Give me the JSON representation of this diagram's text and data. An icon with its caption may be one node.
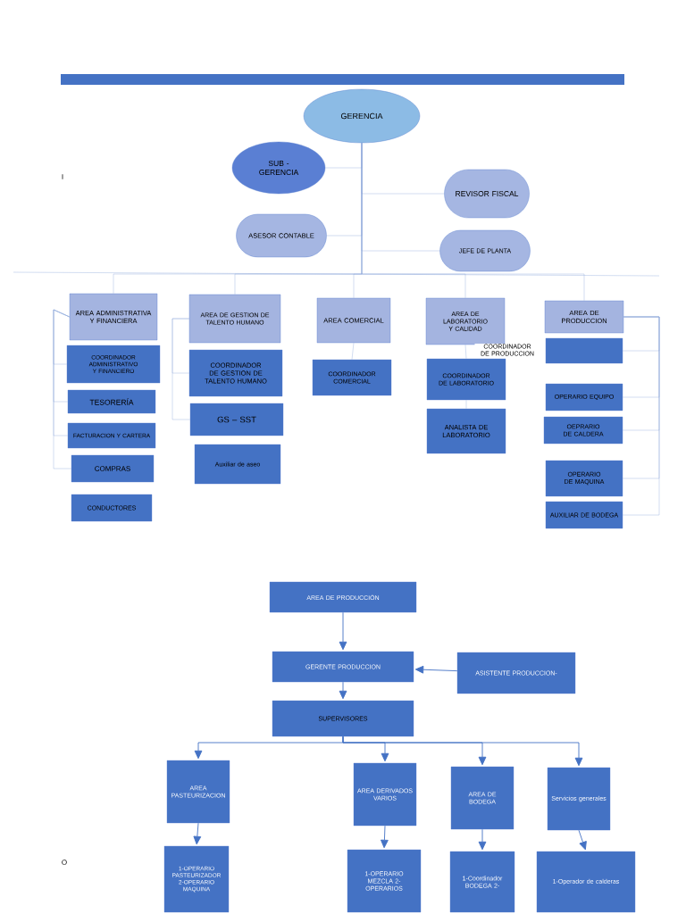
{
  "diagram": {
    "nodes": [
      {
        "text": [
          "GERENCIA"
        ]
      },
      {
        "text": [
          "SUB - GERENCIA"
        ]
      },
      {
        "text": [
          "REVISOR FISCAL"
        ]
      },
      {
        "text": [
          "ASESOR CONTABLE"
        ]
      },
      {
        "text": [
          "JEFE DE PLANTA"
        ]
      },
      {
        "text": [
          "AREA ADMINISTRATIVA Y FINANCIERA"
        ]
      },
      {
        "text": [
          "COORDINADOR ADMINISTRATIVO Y FINANCIERO"
        ]
      },
      {
        "text": [
          "TESORERÍA"
        ]
      },
      {
        "text": [
          "FACTURACION Y CARTERA"
        ]
      },
      {
        "text": [
          "COMPRAS"
        ]
      },
      {
        "text": [
          "CONDUCTORES"
        ]
      },
      {
        "text": [
          "AREA DE GESTION DE TALENTO HUMANO"
        ]
      },
      {
        "text": [
          "COORDINADOR DE GESTION DE TALENTO HUMANO"
        ]
      },
      {
        "text": [
          "GS – SST"
        ]
      },
      {
        "text": [
          "Auxiliar de aseo"
        ]
      },
      {
        "text": [
          "AREA COMERCIAL"
        ]
      },
      {
        "text": [
          "COORDINADOR COMERCIAL"
        ]
      },
      {
        "text": [
          "AREA DE LABORATORIO Y CALIDAD"
        ]
      },
      {
        "text": [
          "COORDINADOR DE LABORATORIO"
        ]
      },
      {
        "text": [
          "ANALISTA DE LABORATORIO"
        ]
      },
      {
        "text": [
          "AREA DE PRODUCCION"
        ]
      },
      {
        "text": [],
        "shape": "box"
      },
      {
        "text": [
          "OPERARIO EQUIPO"
        ]
      },
      {
        "text": [
          "OEPRARIO DE CALDERA"
        ]
      },
      {
        "text": [
          "OPERARIO DE MAQUINA"
        ]
      },
      {
        "text": [
          "AUXILIAR DE BODEGA"
        ]
      },
      {
        "text": [
          "AREA DE PRODUCCIÓN"
        ]
      },
      {
        "text": [
          "GERENTE PRODUCCION"
        ]
      },
      {
        "text": [
          "ASISTENTE PRODUCCION-"
        ]
      },
      {
        "text": [
          "SUPERVISORES"
        ]
      },
      {
        "text": [
          "AREA PASTEURIZACION"
        ]
      },
      {
        "text": [
          "AREA DERIVADOS VARIOS"
        ]
      },
      {
        "text": [
          "AREA DE BODEGA"
        ]
      },
      {
        "text": [
          "Servicios generales"
        ]
      },
      {
        "text": [
          "1-OPERARIO PASTEURIZADOR 2-OPERARIO MAQUINA"
        ]
      },
      {
        "text": [
          "1-OPERARIO MEZCLA 2-OPERARIOS"
        ]
      },
      {
        "text": [
          "1-Coordinador BODEGA 2-"
        ]
      },
      {
        "text": [
          "1-Operador de calderas"
        ]
      }
    ],
    "edges": [
      {
        "from": 0,
        "to": 1,
        "arrow": "none"
      },
      {
        "from": 0,
        "to": 2,
        "arrow": "none"
      },
      {
        "from": 0,
        "to": 3,
        "arrow": "none"
      },
      {
        "from": 0,
        "to": 4,
        "arrow": "none"
      },
      {
        "from": 0,
        "to": 5,
        "arrow": "none"
      },
      {
        "from": 0,
        "to": 11,
        "arrow": "none"
      },
      {
        "from": 0,
        "to": 15,
        "arrow": "none"
      },
      {
        "from": 0,
        "to": 17,
        "arrow": "none"
      },
      {
        "from": 0,
        "to": 20,
        "arrow": "none"
      },
      {
        "from": 5,
        "to": 6,
        "arrow": "none"
      },
      {
        "from": 5,
        "to": 7,
        "arrow": "none"
      },
      {
        "from": 5,
        "to": 8,
        "arrow": "none"
      },
      {
        "from": 5,
        "to": 9,
        "arrow": "none"
      },
      {
        "from": 11,
        "to": 12,
        "arrow": "none"
      },
      {
        "from": 11,
        "to": 13,
        "arrow": "none"
      },
      {
        "from": 15,
        "to": 16,
        "arrow": "none"
      },
      {
        "from": 17,
        "to": 18,
        "arrow": "none"
      },
      {
        "from": 18,
        "to": 19,
        "arrow": "none"
      },
      {
        "from": 20,
        "to": 21,
        "arrow": "none"
      },
      {
        "from": 20,
        "to": 22,
        "arrow": "none"
      },
      {
        "from": 20,
        "to": 23,
        "arrow": "none"
      },
      {
        "from": 20,
        "to": 24,
        "arrow": "none"
      },
      {
        "from": 20,
        "to": 25,
        "arrow": "none"
      },
      {
        "from": 26,
        "to": 27,
        "arrow": "to"
      },
      {
        "from": 28,
        "to": 27,
        "arrow": "to"
      },
      {
        "from": 27,
        "to": 29,
        "arrow": "to"
      },
      {
        "from": 29,
        "to": 30,
        "arrow": "to"
      },
      {
        "from": 29,
        "to": 31,
        "arrow": "to"
      },
      {
        "from": 29,
        "to": 32,
        "arrow": "to"
      },
      {
        "from": 29,
        "to": 33,
        "arrow": "to"
      },
      {
        "from": 30,
        "to": 34,
        "arrow": "to"
      },
      {
        "from": 31,
        "to": 35,
        "arrow": "to"
      },
      {
        "from": 32,
        "to": 36,
        "arrow": "to"
      },
      {
        "from": 33,
        "to": 37,
        "arrow": "to"
      }
    ],
    "labels": [
      "I",
      "COORDINADOR DE PRODUCCION",
      "O"
    ]
  }
}
